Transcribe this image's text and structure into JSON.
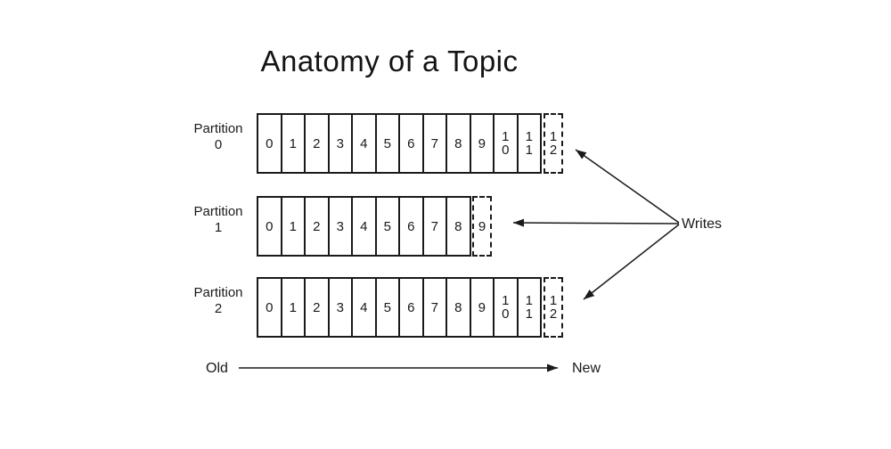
{
  "title": "Anatomy of a Topic",
  "colors": {
    "ink": "#1a1a1a",
    "background": "#ffffff"
  },
  "partitions": [
    {
      "label_line1": "Partition",
      "label_line2": "0",
      "cells": [
        "0",
        "1",
        "2",
        "3",
        "4",
        "5",
        "6",
        "7",
        "8",
        "9",
        "10",
        "11"
      ],
      "pending_cell": "12"
    },
    {
      "label_line1": "Partition",
      "label_line2": "1",
      "cells": [
        "0",
        "1",
        "2",
        "3",
        "4",
        "5",
        "6",
        "7",
        "8"
      ],
      "pending_cell": "9"
    },
    {
      "label_line1": "Partition",
      "label_line2": "2",
      "cells": [
        "0",
        "1",
        "2",
        "3",
        "4",
        "5",
        "6",
        "7",
        "8",
        "9",
        "10",
        "11"
      ],
      "pending_cell": "12"
    }
  ],
  "writes_label": "Writes",
  "axis": {
    "old_label": "Old",
    "new_label": "New"
  }
}
